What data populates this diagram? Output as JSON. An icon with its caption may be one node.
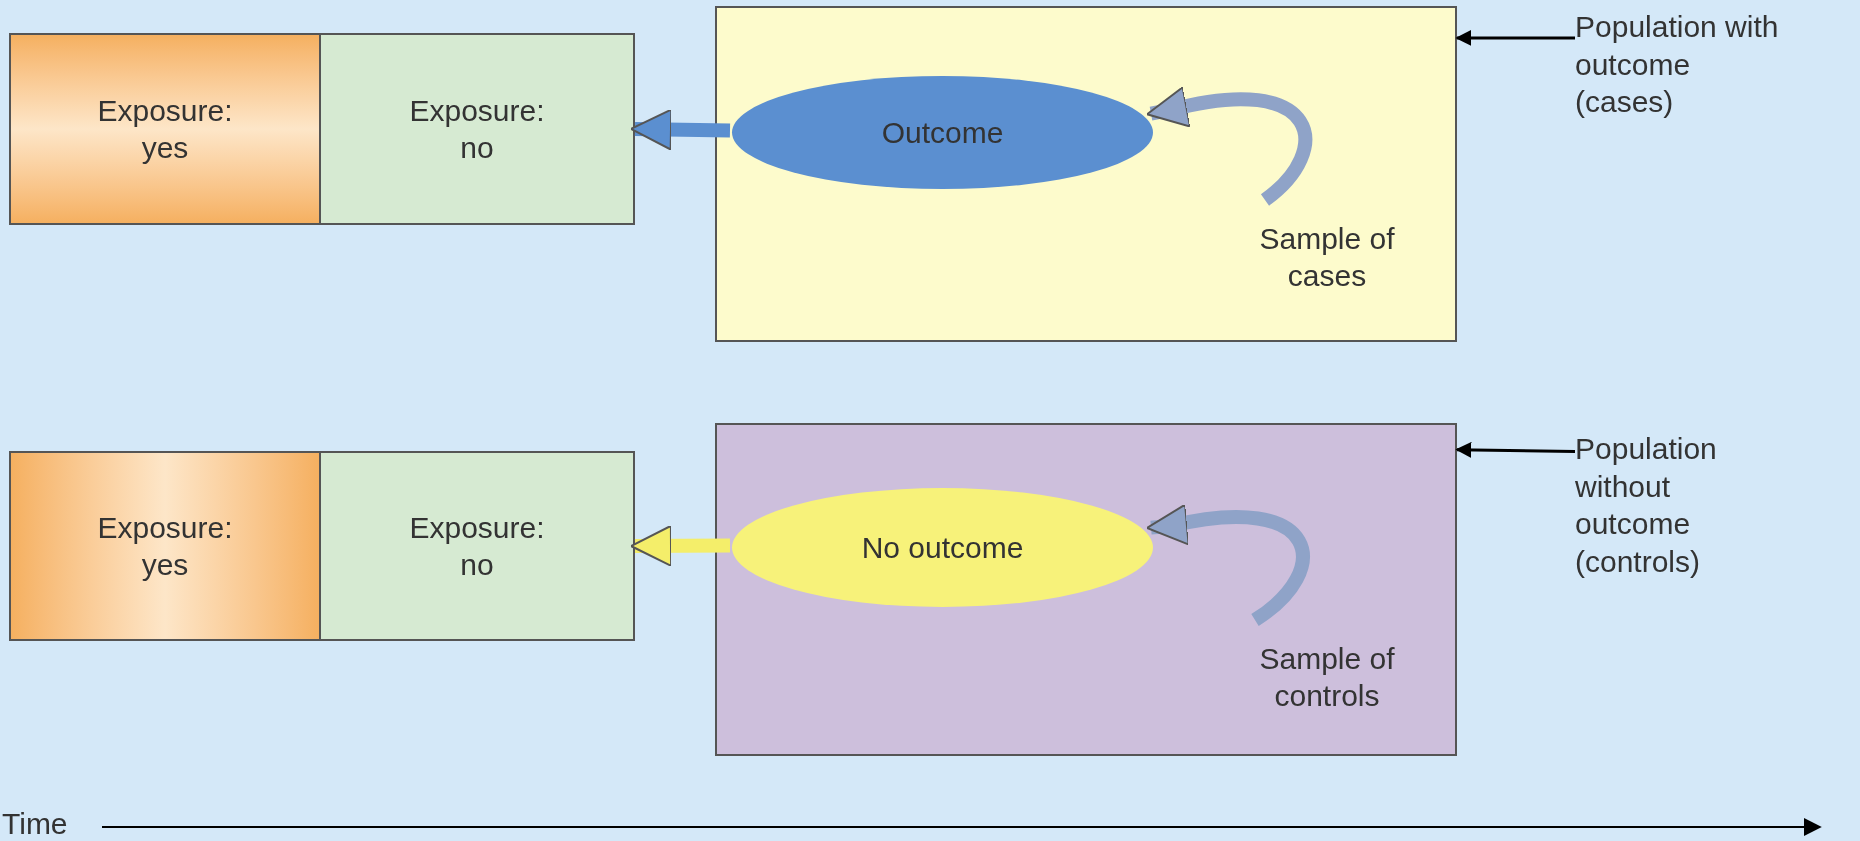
{
  "diagram": {
    "nodes": [
      {
        "text": [
          "Exposure: yes"
        ]
      },
      {
        "text": [
          "Exposure: no"
        ]
      },
      {
        "text": [],
        "shape": "box"
      },
      {
        "text": [
          "Outcome"
        ],
        "in": 2
      },
      {
        "text": [
          "Sample of cases"
        ],
        "in": 2
      },
      {
        "text": [
          "Population with outcome (cases)"
        ]
      },
      {
        "text": [
          "Exposure: yes"
        ]
      },
      {
        "text": [
          "Exposure: no"
        ]
      },
      {
        "text": [],
        "shape": "box"
      },
      {
        "text": [
          "No outcome"
        ],
        "in": 8
      },
      {
        "text": [
          "Sample of controls"
        ],
        "in": 8
      },
      {
        "text": [
          "Population without outcome (controls)"
        ]
      }
    ],
    "edges": [
      {
        "from": 3,
        "to": 1,
        "arrow": "to",
        "color": "#5b8fd0"
      },
      {
        "from": 4,
        "to": 3,
        "arrow": "to",
        "color": "#8fa3c8"
      },
      {
        "from": 5,
        "to": 2,
        "arrow": "to",
        "color": "#000000"
      },
      {
        "from": 9,
        "to": 7,
        "arrow": "to",
        "color": "#f4ee6a"
      },
      {
        "from": 10,
        "to": 9,
        "arrow": "to",
        "color": "#8fa3c8"
      },
      {
        "from": 11,
        "to": 8,
        "arrow": "to",
        "color": "#000000"
      }
    ],
    "labels": [
      "Time"
    ]
  }
}
